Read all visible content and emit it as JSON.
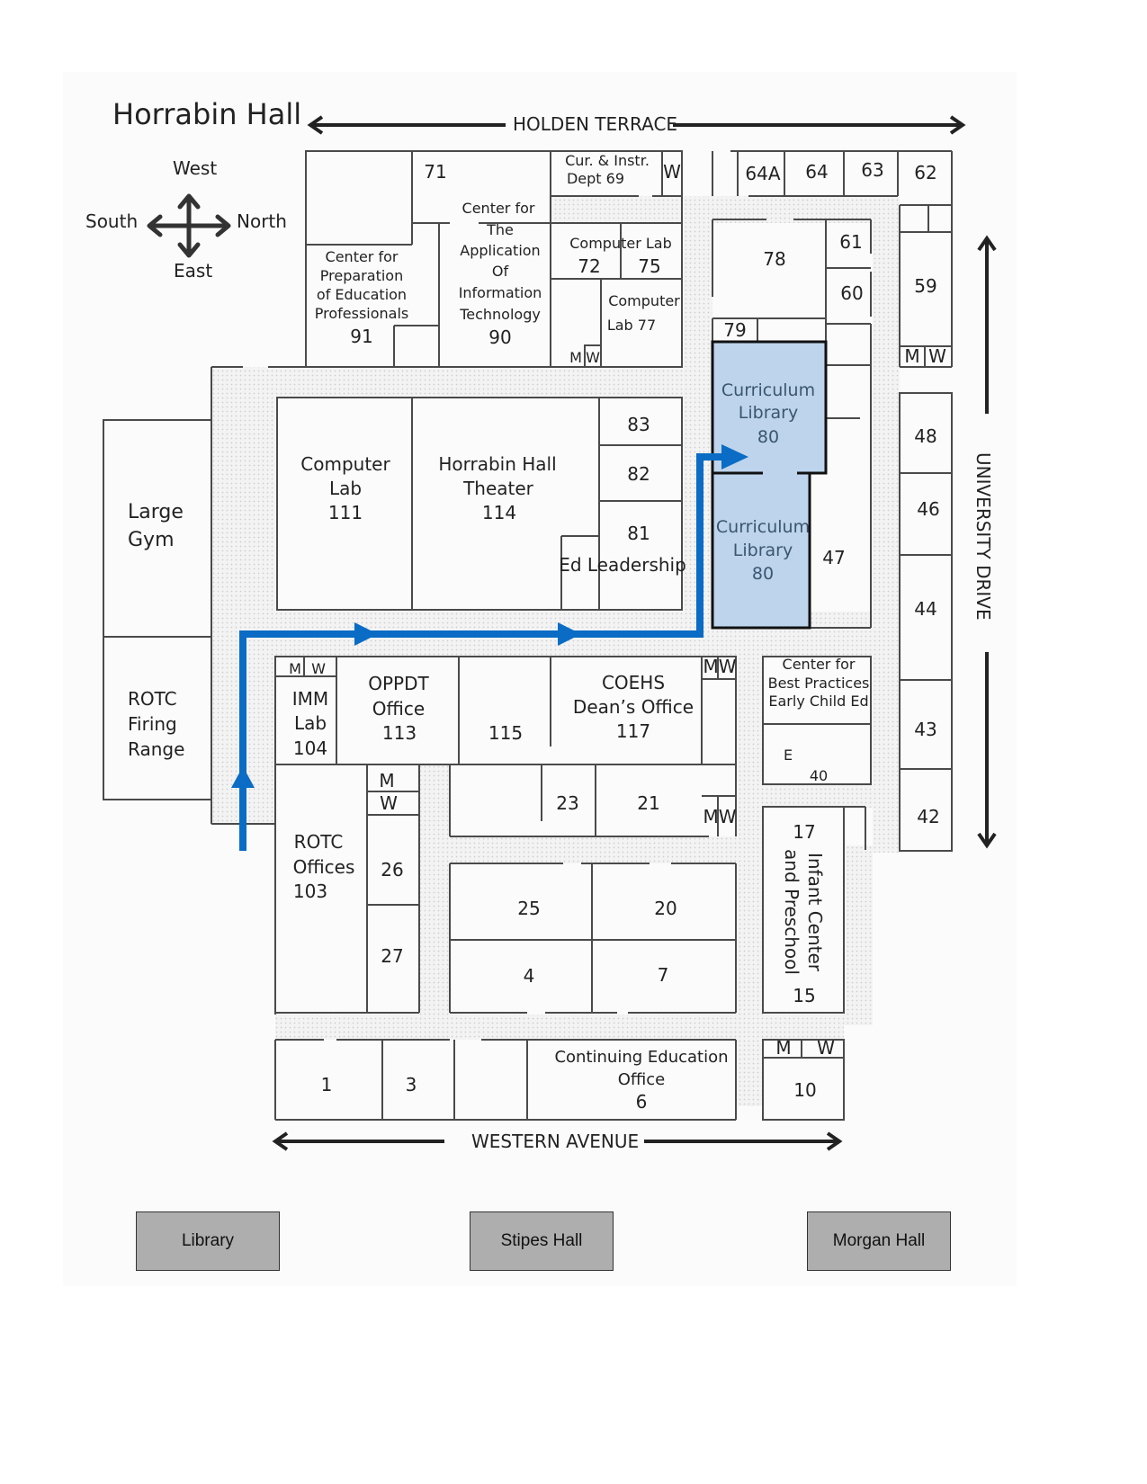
{
  "map": {
    "title": "Horrabin Hall",
    "compass": {
      "west": "West",
      "south": "South",
      "north": "North",
      "east": "East"
    },
    "streets": {
      "top": "HOLDEN TERRACE",
      "bottom": "WESTERN AVENUE",
      "right": "UNIVERSITY DRIVE"
    },
    "highlight_color": "#bdd4ec",
    "route_color": "#0a6cc4",
    "destination": "Curriculum Library 80",
    "rooms": {
      "r71": "71",
      "r69_line1": "Cur. & Instr.",
      "r69_line2": "Dept  69",
      "r69_w": "W",
      "r64a": "64A",
      "r64": "64",
      "r63": "63",
      "r62": "62",
      "r91_line1": "Center for",
      "r91_line2": "Preparation",
      "r91_line3": "of Education",
      "r91_line4": "Professionals",
      "r91_num": "91",
      "r90_line1": "Center for",
      "r90_line2": "The",
      "r90_line3": "Application",
      "r90_line4": "Of",
      "r90_line5": "Information",
      "r90_line6": "Technology",
      "r90_num": "90",
      "r72_75_title": "Computer Lab",
      "r72": "72",
      "r75": "75",
      "r77_line1": "Computer",
      "r77_line2": "Lab 77",
      "mw_a_m": "M",
      "mw_a_w": "W",
      "r78": "78",
      "r61": "61",
      "r60": "60",
      "r79": "79",
      "r59": "59",
      "mw_b_m": "M",
      "mw_b_w": "W",
      "r111_line1": "Computer",
      "r111_line2": "Lab",
      "r111_num": "111",
      "r114_line1": "Horrabin Hall",
      "r114_line2": "Theater",
      "r114_num": "114",
      "r83": "83",
      "r82": "82",
      "r81": "81",
      "ed_leadership": "Ed Leadership",
      "lib_line1": "Curriculum",
      "lib_line2": "Library",
      "lib_num": "80",
      "r47": "47",
      "r48": "48",
      "r46": "46",
      "r44": "44",
      "r43": "43",
      "r42": "42",
      "gym_line1": "Large",
      "gym_line2": "Gym",
      "rotc_range_line1": "ROTC",
      "rotc_range_line2": "Firing",
      "rotc_range_line3": "Range",
      "mw_c_m": "M",
      "mw_c_w": "W",
      "r104_line1": "IMM",
      "r104_line2": "Lab",
      "r104_num": "104",
      "r113_line1": "OPPDT",
      "r113_line2": "Office",
      "r113_num": "113",
      "r115": "115",
      "r117_line1": "COEHS",
      "r117_line2": "Dean’s Office",
      "r117_num": "117",
      "mw_d": "MW",
      "cbp_line1": "Center for",
      "cbp_line2": "Best Practices",
      "cbp_line3": "Early Child Ed",
      "r40_e": "E",
      "r40": "40",
      "mw_e_m": "M",
      "mw_e_w": "W",
      "r23": "23",
      "r21": "21",
      "mw_f": "MW",
      "r103_line1": "ROTC",
      "r103_line2": "Offices",
      "r103_num": "103",
      "r26": "26",
      "r27": "27",
      "r25": "25",
      "r20": "20",
      "r4": "4",
      "r7": "7",
      "r17": "17",
      "infant_line1": "Infant Center",
      "infant_line2": "and Preschool",
      "r15": "15",
      "r1": "1",
      "r3": "3",
      "ce_line1": "Continuing Education",
      "ce_line2": "Office",
      "ce_num": "6",
      "mw_g_m": "M",
      "mw_g_w": "W",
      "r10": "10"
    },
    "nearby_buildings": [
      "Library",
      "Stipes Hall",
      "Morgan Hall"
    ]
  }
}
